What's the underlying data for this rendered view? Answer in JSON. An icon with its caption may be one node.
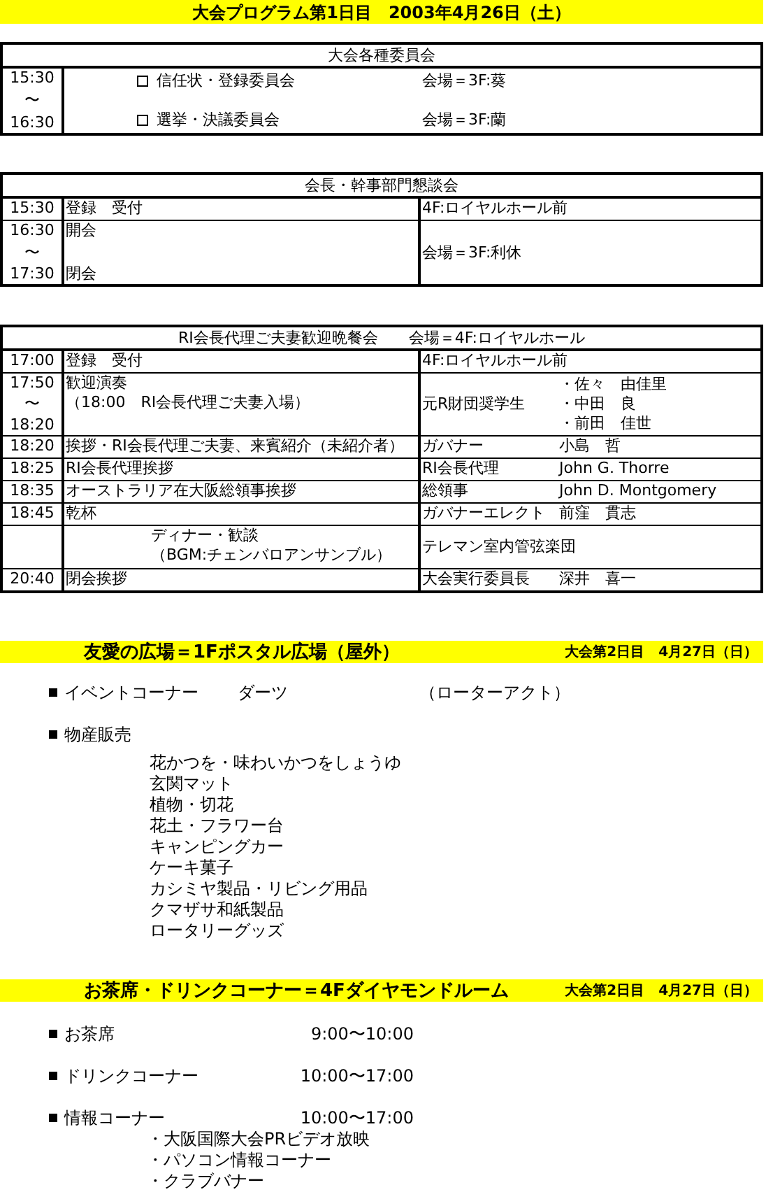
{
  "diagram": {
    "nodes": [
      {
        "text": [
          "大会プログラム第1日目　2003年4月26日（土）"
        ]
      },
      {
        "text": [
          "友愛の広場＝1Fポスタル広場（屋外）",
          "大会第2日目　4月27日（日）"
        ]
      },
      {
        "text": [
          "お茶席・ドリンクコーナー＝4Fダイヤモンドルーム",
          "大会第2日目　4月27日（日）"
        ]
      }
    ],
    "labels": [
      "大会各種委員会",
      "15:30",
      "〜",
      "16:30",
      "信任状・登録委員会",
      "会場＝3F:葵",
      "選挙・決議委員会",
      "会場＝3F:蘭",
      "会長・幹事部門懇談会",
      "15:30",
      "登録　受付",
      "4F:ロイヤルホール前",
      "16:30",
      "〜",
      "17:30",
      "開会",
      "閉会",
      "会場＝3F:利休",
      "RI会長代理ご夫妻歓迎晩餐会　　会場＝4F:ロイヤルホール",
      "17:00",
      "登録　受付",
      "4F:ロイヤルホール前",
      "17:50",
      "〜",
      "18:20",
      "歓迎演奏",
      "（18:00　RI会長代理ご夫妻入場）",
      "元R財団奨学生",
      "・佐々　由佳里",
      "・中田　良",
      "・前田　佳世",
      "18:20",
      "挨拶・RI会長代理ご夫妻、来賓紹介（未紹介者）",
      "ガバナー",
      "小島　哲",
      "18:25",
      "RI会長代理挨拶",
      "RI会長代理",
      "John G. Thorre",
      "18:35",
      "オーストラリア在大阪総領事挨拶",
      "総領事",
      "John D. Montgomery",
      "18:45",
      "乾杯",
      "ガバナーエレクト",
      "前窪　貫志",
      "ディナー・歓談",
      "（BGM:チェンバロアンサンブル）",
      "テレマン室内管弦楽団",
      "20:40",
      "閉会挨拶",
      "大会実行委員長",
      "深井　喜一",
      "イベントコーナー",
      "ダーツ",
      "（ローターアクト）",
      "物産販売",
      "花かつを・味わいかつをしょうゆ",
      "玄関マット",
      "植物・切花",
      "花土・フラワー台",
      "キャンピングカー",
      "ケーキ菓子",
      "カシミヤ製品・リビング用品",
      "クマザサ和紙製品",
      "ロータリーグッズ",
      "お茶席",
      "9:00〜10:00",
      "ドリンクコーナー",
      "10:00〜17:00",
      "情報コーナー",
      "10:00〜17:00",
      "・大阪国際大会PRビデオ放映",
      "・パソコン情報コーナー",
      "・クラブバナー"
    ]
  }
}
